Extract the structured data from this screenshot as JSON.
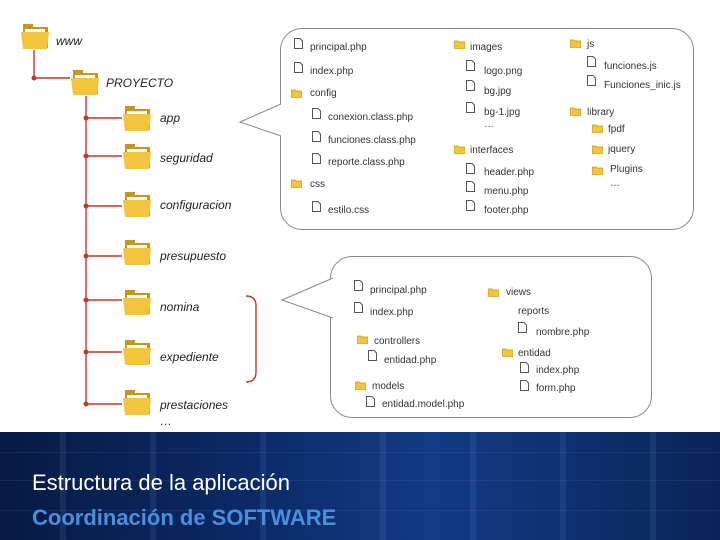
{
  "root": {
    "label": "www"
  },
  "project": {
    "label": "PROYECTO"
  },
  "modules": [
    {
      "label": "app"
    },
    {
      "label": "seguridad"
    },
    {
      "label": "configuracion"
    },
    {
      "label": "presupuesto"
    },
    {
      "label": "nomina"
    },
    {
      "label": "expediente"
    },
    {
      "label": "prestaciones"
    }
  ],
  "modules_more": "…",
  "app_bubble": {
    "principal": "principal.php",
    "index": "index.php",
    "config": "config",
    "config_files": [
      "conexion.class.php",
      "funciones.class.php",
      "reporte.class.php"
    ],
    "css": "css",
    "css_files": [
      "estilo.css"
    ],
    "images": "images",
    "images_files": [
      "logo.png",
      "bg.jpg",
      "bg-1.jpg"
    ],
    "images_more": "…",
    "interfaces": "interfaces",
    "interfaces_files": [
      "header.php",
      "menu.php",
      "footer.php"
    ],
    "js": "js",
    "js_files": [
      "funciones.js",
      "Funciones_inic.js"
    ],
    "library": "library",
    "library_items": [
      "fpdf",
      "jquery",
      "Plugins"
    ],
    "library_more": "…"
  },
  "module_bubble": {
    "principal": "principal.php",
    "index": "index.php",
    "controllers": "controllers",
    "controllers_files": [
      "entidad.php"
    ],
    "models": "models",
    "models_files": [
      "entidad.model.php"
    ],
    "views": "views",
    "reports": "reports",
    "reports_files": [
      "nombre.php"
    ],
    "entidad": "entidad",
    "entidad_files": [
      "index.php",
      "form.php"
    ]
  },
  "footer": {
    "title": "Estructura de la aplicación",
    "subtitle": "Coordinación de SOFTWARE"
  },
  "colors": {
    "folder": "#f2c53d",
    "folder_dark": "#c9941a",
    "tree_line": "#c0392b",
    "footer_bg": "#0b2a66",
    "subtitle": "#4a8fdc"
  }
}
